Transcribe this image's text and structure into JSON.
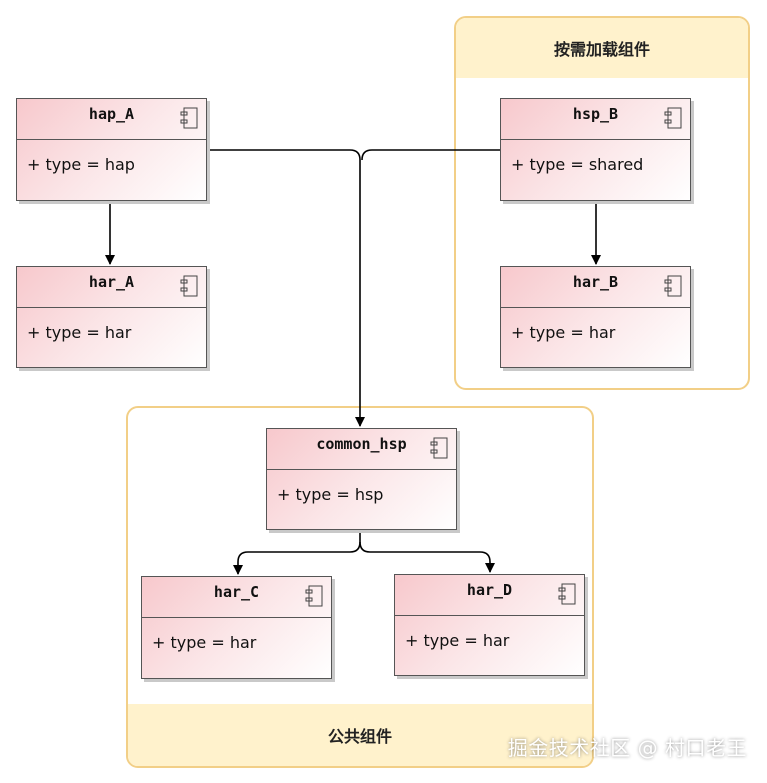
{
  "groups": {
    "on_demand": {
      "label": "按需加载组件"
    },
    "common": {
      "label": "公共组件"
    }
  },
  "components": {
    "hap_A": {
      "name": "hap_A",
      "attr": "+ type = hap"
    },
    "har_A": {
      "name": "har_A",
      "attr": "+ type = har"
    },
    "hsp_B": {
      "name": "hsp_B",
      "attr": "+ type = shared"
    },
    "har_B": {
      "name": "har_B",
      "attr": "+ type = har"
    },
    "common_hsp": {
      "name": "common_hsp",
      "attr": "+ type = hsp"
    },
    "har_C": {
      "name": "har_C",
      "attr": "+ type = har"
    },
    "har_D": {
      "name": "har_D",
      "attr": "+ type = har"
    }
  },
  "watermark": "掘金技术社区 @ 村口老王",
  "colors": {
    "group_border": "#f2cf87",
    "group_band": "#fff2cc",
    "component_fill_start": "#f7c8cc",
    "component_fill_end": "#ffffff"
  }
}
